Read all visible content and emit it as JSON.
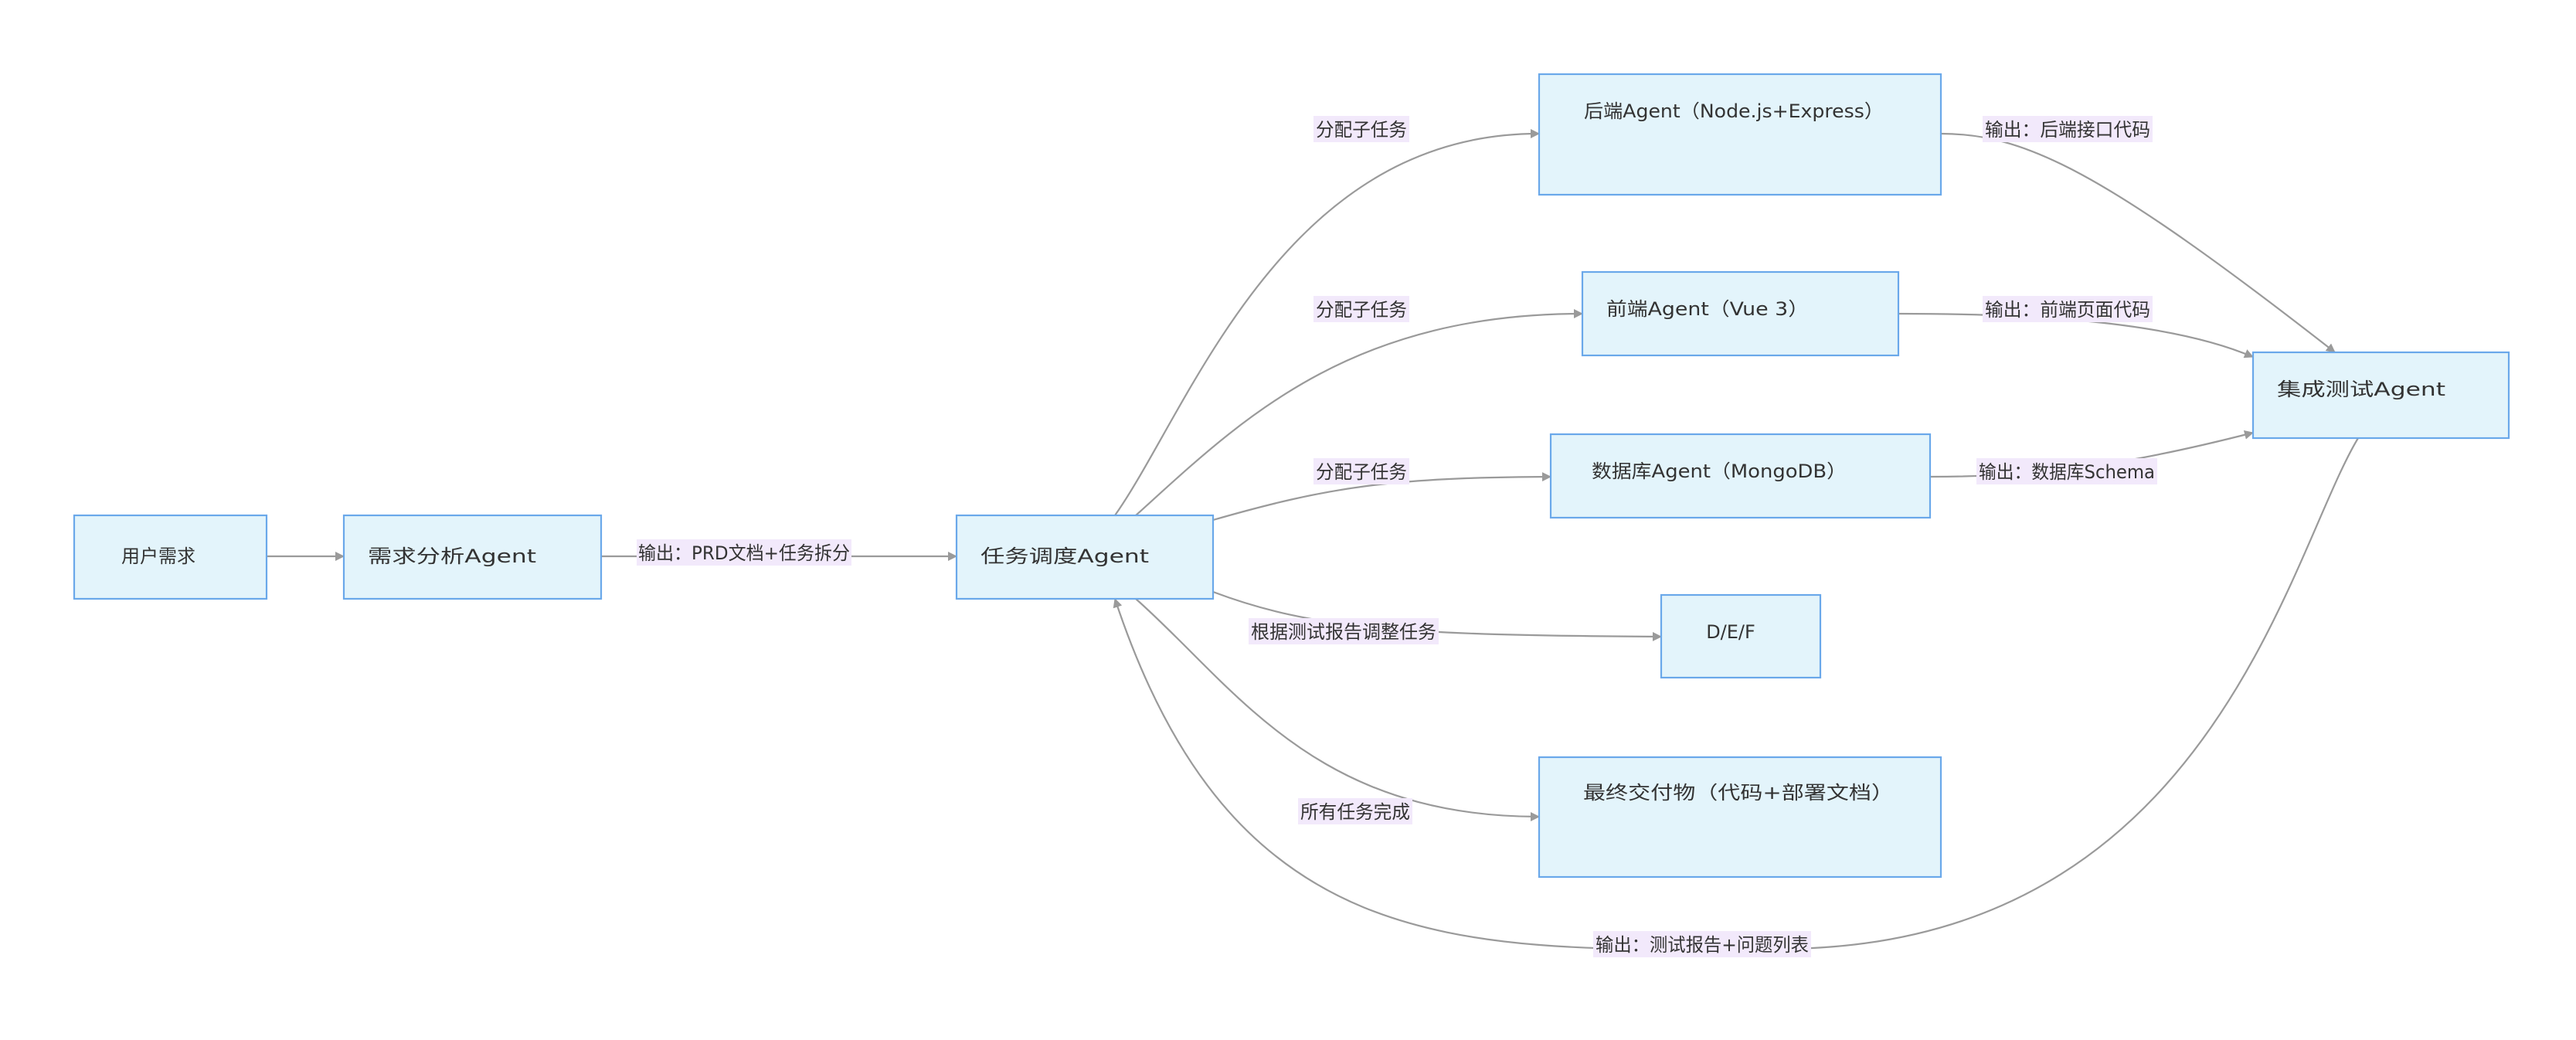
{
  "nodes": {
    "user_req": "用户需求",
    "req_analysis": "需求分析Agent",
    "dispatcher": "任务调度Agent",
    "backend": "后端Agent（Node.js+Express）",
    "frontend": "前端Agent（Vue 3）",
    "database": "数据库Agent（MongoDB）",
    "def": "D/E/F",
    "final": "最终交付物（代码+部署文档）",
    "integration": "集成测试Agent"
  },
  "edges": {
    "req_to_dispatch": "输出：PRD文档+任务拆分",
    "assign_backend": "分配子任务",
    "assign_frontend": "分配子任务",
    "assign_db": "分配子任务",
    "adjust_tasks": "根据测试报告调整任务",
    "all_done": "所有任务完成",
    "backend_out": "输出：后端接口代码",
    "frontend_out": "输出：前端页面代码",
    "db_out": "输出：数据库Schema",
    "test_report": "输出：测试报告+问题列表"
  },
  "colors": {
    "node_fill": "#e3f4fb",
    "node_border": "#6aa8ea",
    "edge": "#9a9a9a",
    "label_bg": "#f2e9fb",
    "text": "#333333"
  }
}
